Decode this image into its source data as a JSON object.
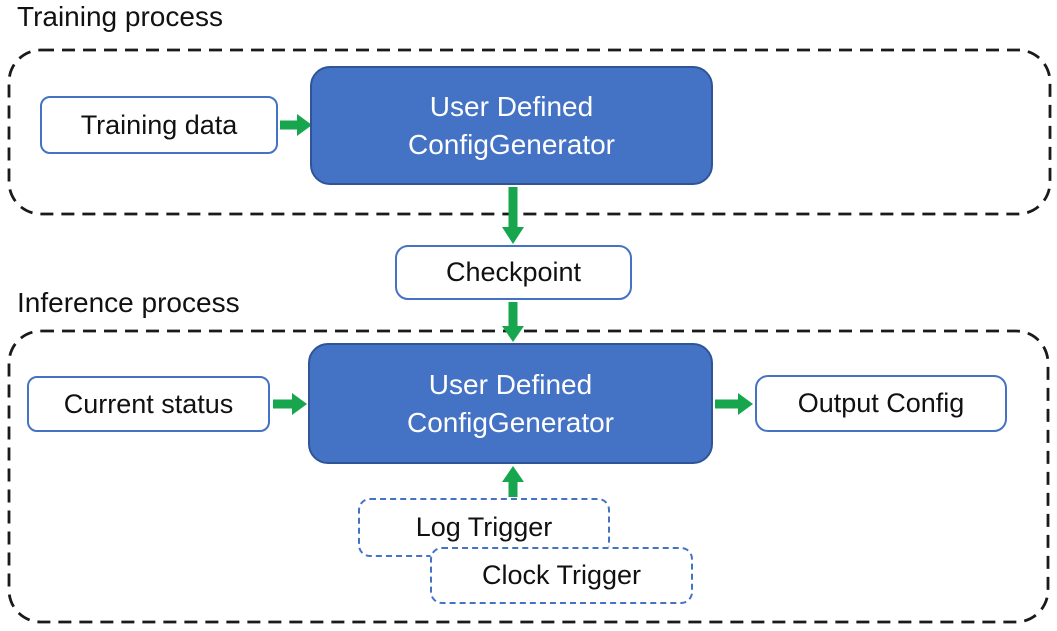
{
  "colors": {
    "box_fill": "#4472C4",
    "box_border": "#2F5597",
    "white_box_border": "#4472C4",
    "arrow_green": "#17A64D",
    "container_border": "#1a1a1a",
    "text_dark": "#111111",
    "text_light": "#FFFFFF"
  },
  "training": {
    "label": "Training process",
    "input_box": "Training data",
    "generator_box": {
      "line1": "User Defined",
      "line2": "ConfigGenerator"
    }
  },
  "checkpoint": {
    "label": "Checkpoint"
  },
  "inference": {
    "label": "Inference process",
    "input_box": "Current status",
    "generator_box": {
      "line1": "User Defined",
      "line2": "ConfigGenerator"
    },
    "output_box": "Output Config",
    "triggers": {
      "log": "Log Trigger",
      "clock": "Clock Trigger"
    }
  },
  "edges": [
    {
      "from": "Training data",
      "to": "User Defined ConfigGenerator (training)"
    },
    {
      "from": "User Defined ConfigGenerator (training)",
      "to": "Checkpoint"
    },
    {
      "from": "Checkpoint",
      "to": "User Defined ConfigGenerator (inference)"
    },
    {
      "from": "Current status",
      "to": "User Defined ConfigGenerator (inference)"
    },
    {
      "from": "User Defined ConfigGenerator (inference)",
      "to": "Output Config"
    },
    {
      "from": "Log Trigger / Clock Trigger",
      "to": "User Defined ConfigGenerator (inference)"
    }
  ]
}
